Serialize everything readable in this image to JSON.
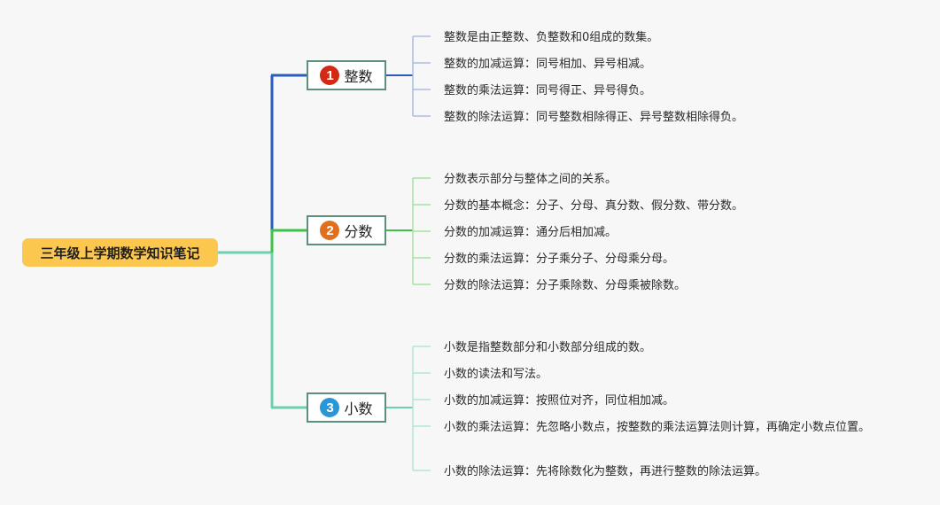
{
  "root": {
    "label": "三年级上学期数学知识笔记"
  },
  "branches": [
    {
      "number": "1",
      "label": "整数",
      "badge_color": "#d22a15",
      "line_color": "#2a5cc0",
      "leaf_line_color": "#a9bde3",
      "items": [
        "整数是由正整数、负整数和0组成的数集。",
        "整数的加减运算：同号相加、异号相减。",
        "整数的乘法运算：同号得正、异号得负。",
        "整数的除法运算：同号整数相除得正、异号整数相除得负。"
      ]
    },
    {
      "number": "2",
      "label": "分数",
      "badge_color": "#e07020",
      "line_color": "#3ec24a",
      "leaf_line_color": "#a7e2a4",
      "items": [
        "分数表示部分与整体之间的关系。",
        "分数的基本概念：分子、分母、真分数、假分数、带分数。",
        "分数的加减运算：通分后相加减。",
        "分数的乘法运算：分子乘分子、分母乘分母。",
        "分数的除法运算：分子乘除数、分母乘被除数。"
      ]
    },
    {
      "number": "3",
      "label": "小数",
      "badge_color": "#2a96d6",
      "line_color": "#6ccfae",
      "leaf_line_color": "#b3e6d5",
      "items": [
        "小数是指整数部分和小数部分组成的数。",
        "小数的读法和写法。",
        "小数的加减运算：按照位对齐，同位相加减。",
        "小数的乘法运算：先忽略小数点，按整数的乘法运算法则计算，再确定小数点位置。",
        "小数的除法运算：先将除数化为整数，再进行整数的除法运算。"
      ]
    }
  ]
}
